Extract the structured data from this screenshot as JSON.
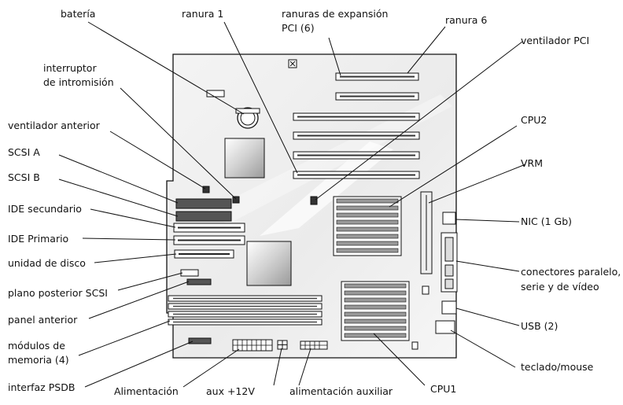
{
  "labels": {
    "bateria": "batería",
    "ranura1": "ranura 1",
    "ranuras_pci_1": "ranuras de expansión",
    "ranuras_pci_2": "PCI (6)",
    "ranura6": "ranura 6",
    "ventilador_pci": "ventilador PCI",
    "interruptor_1": "interruptor",
    "interruptor_2": "de intromisión",
    "ventilador_anterior": "ventilador anterior",
    "scsi_a": "SCSI A",
    "scsi_b": "SCSI B",
    "ide_secundario": "IDE secundario",
    "ide_primario": "IDE Primario",
    "unidad_disco": "unidad de disco",
    "plano_scsi": "plano posterior SCSI",
    "panel_anterior": "panel anterior",
    "modulos_1": "módulos de",
    "modulos_2": "memoria (4)",
    "psdb": "interfaz PSDB",
    "alimentacion": "Alimentación",
    "aux12v": "aux +12V",
    "alim_aux": "alimentación auxiliar",
    "cpu1": "CPU1",
    "cpu2": "CPU2",
    "vrm": "VRM",
    "nic": "NIC (1 Gb)",
    "conectores_1": "conectores paralelo,",
    "conectores_2": "serie y de vídeo",
    "usb": "USB (2)",
    "teclado": "teclado/mouse"
  },
  "colors": {
    "line": "#111111",
    "board_fill": "#f2f2f2",
    "chip_fill": "#cfcfcf"
  }
}
